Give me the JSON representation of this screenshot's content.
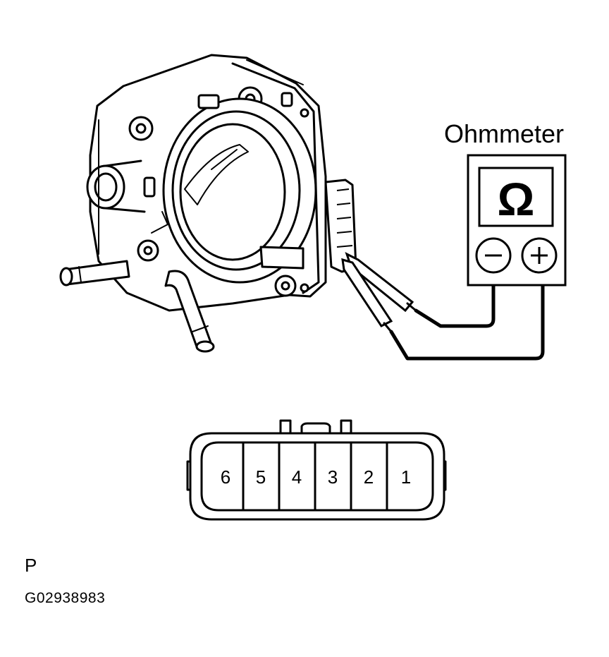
{
  "ohmmeter": {
    "title": "Ohmmeter",
    "display_symbol": "Ω",
    "terminals": [
      "−",
      "+"
    ]
  },
  "connector": {
    "pins": [
      "6",
      "5",
      "4",
      "3",
      "2",
      "1"
    ]
  },
  "view_letter": "P",
  "figure_code": "G02938983",
  "icons": [
    "throttle-body-icon",
    "ohmmeter-icon",
    "connector-icon",
    "probe-icon"
  ]
}
